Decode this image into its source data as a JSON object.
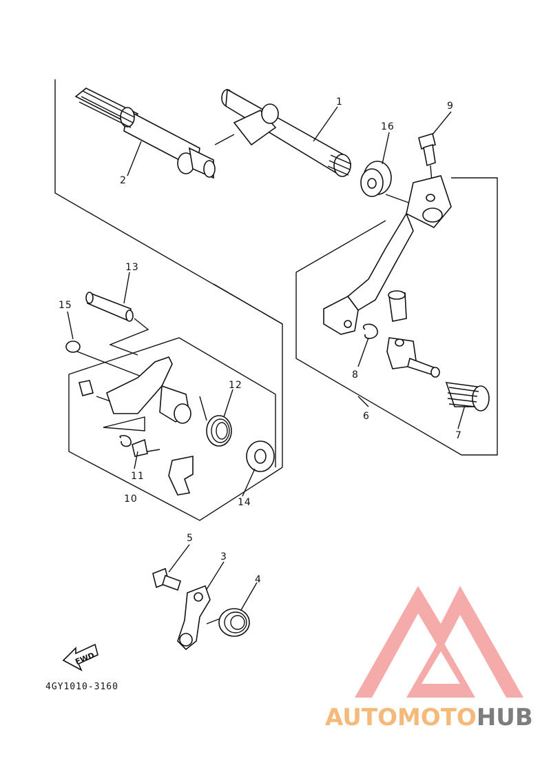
{
  "diagram": {
    "callouts": [
      "1",
      "2",
      "3",
      "4",
      "5",
      "6",
      "7",
      "8",
      "9",
      "10",
      "11",
      "12",
      "13",
      "14",
      "15",
      "16"
    ],
    "fwd_label": "FWD",
    "code": "4GY1010-3160"
  },
  "watermark": {
    "part1": "AUTOMOTO",
    "part2": "HUB",
    "color1": "#f5b97a",
    "color2": "#7d7d7d",
    "logo_color": "#f4a3a0"
  }
}
